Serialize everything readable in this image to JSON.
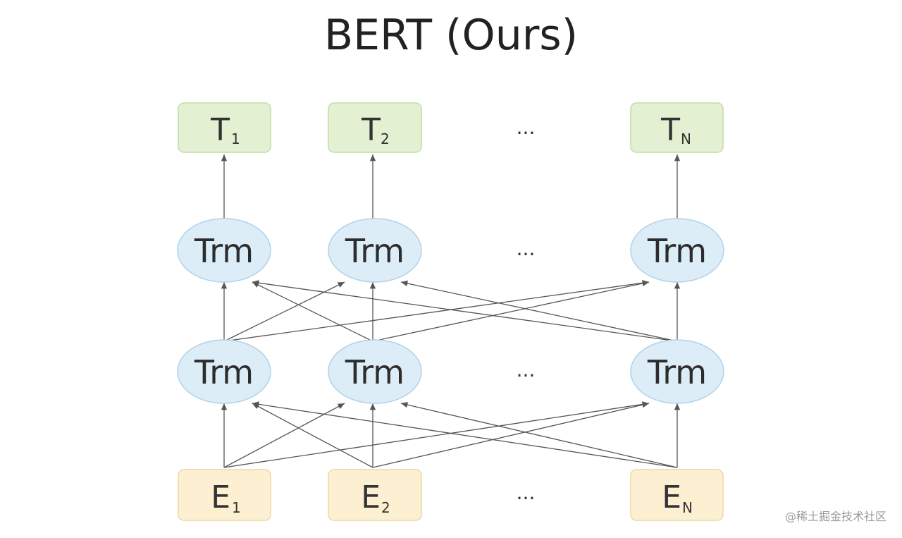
{
  "title": "BERT (Ours)",
  "outputs": [
    {
      "main": "T",
      "sub": "1"
    },
    {
      "main": "T",
      "sub": "2"
    },
    {
      "main": "T",
      "sub": "N"
    }
  ],
  "trm_layer_2": [
    "Trm",
    "Trm",
    "Trm"
  ],
  "trm_layer_1": [
    "Trm",
    "Trm",
    "Trm"
  ],
  "inputs": [
    {
      "main": "E",
      "sub": "1"
    },
    {
      "main": "E",
      "sub": "2"
    },
    {
      "main": "E",
      "sub": "N"
    }
  ],
  "ellipsis": "...",
  "watermark": "@稀土掘金技术社区",
  "colors": {
    "output_fill": "#e3f1d2",
    "input_fill": "#fdf0d2",
    "trm_fill": "#dcedf8",
    "edge": "#555555"
  }
}
